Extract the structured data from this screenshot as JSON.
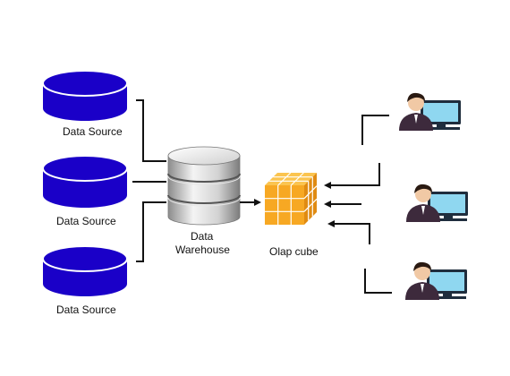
{
  "colors": {
    "data_source": "#1a00c8",
    "cube_main": "#f7a823",
    "cube_light": "#fbc44f",
    "cube_dark": "#e08b12",
    "connector": "#111111",
    "warehouse_light": "#f2f2f2",
    "warehouse_dark": "#8a8a8a",
    "monitor": "#1f2d3d",
    "screen": "#8fd7f0",
    "person_body": "#3d2a3c",
    "person_skin": "#f1c9a5",
    "person_hair": "#2a1a12"
  },
  "data_sources": [
    {
      "label": "Data Source"
    },
    {
      "label": "Data Source"
    },
    {
      "label": "Data Source"
    }
  ],
  "warehouse": {
    "label_line1": "Data",
    "label_line2": "Warehouse"
  },
  "cube": {
    "label": "Olap cube"
  },
  "users": [
    {
      "icon": "user-computer-icon"
    },
    {
      "icon": "user-computer-icon"
    },
    {
      "icon": "user-computer-icon"
    }
  ]
}
